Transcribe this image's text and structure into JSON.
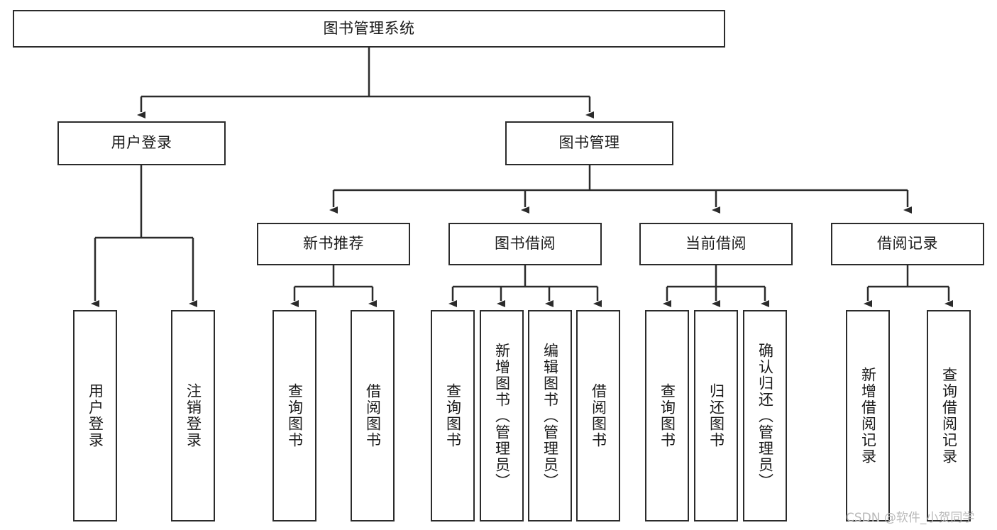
{
  "diagram": {
    "type": "hierarchy-tree",
    "title": "图书管理系统",
    "root": {
      "id": "root",
      "label": "图书管理系统",
      "orientation": "horizontal"
    },
    "level2": [
      {
        "id": "user-login",
        "label": "用户登录",
        "orientation": "horizontal"
      },
      {
        "id": "book-manage",
        "label": "图书管理",
        "orientation": "horizontal"
      }
    ],
    "level3": [
      {
        "id": "new-book-recommend",
        "label": "新书推荐",
        "parent": "book-manage",
        "orientation": "horizontal"
      },
      {
        "id": "book-borrow",
        "label": "图书借阅",
        "parent": "book-manage",
        "orientation": "horizontal"
      },
      {
        "id": "current-borrow",
        "label": "当前借阅",
        "parent": "book-manage",
        "orientation": "horizontal"
      },
      {
        "id": "borrow-record",
        "label": "借阅记录",
        "parent": "book-manage",
        "orientation": "horizontal"
      }
    ],
    "leaves": [
      {
        "id": "leaf-user-login",
        "label": "用户登录",
        "parent": "user-login",
        "orientation": "vertical"
      },
      {
        "id": "leaf-logout-login",
        "label": "注销登录",
        "parent": "user-login",
        "orientation": "vertical"
      },
      {
        "id": "leaf-query-book-1",
        "label": "查询图书",
        "parent": "new-book-recommend",
        "orientation": "vertical"
      },
      {
        "id": "leaf-borrow-book-1",
        "label": "借阅图书",
        "parent": "new-book-recommend",
        "orientation": "vertical"
      },
      {
        "id": "leaf-query-book-2",
        "label": "查询图书",
        "parent": "book-borrow",
        "orientation": "vertical"
      },
      {
        "id": "leaf-add-book",
        "label": "新增图书（管理员）",
        "parent": "book-borrow",
        "orientation": "vertical"
      },
      {
        "id": "leaf-edit-book",
        "label": "编辑图书（管理员）",
        "parent": "book-borrow",
        "orientation": "vertical"
      },
      {
        "id": "leaf-borrow-book-2",
        "label": "借阅图书",
        "parent": "book-borrow",
        "orientation": "vertical"
      },
      {
        "id": "leaf-query-book-3",
        "label": "查询图书",
        "parent": "current-borrow",
        "orientation": "vertical"
      },
      {
        "id": "leaf-return-book",
        "label": "归还图书",
        "parent": "current-borrow",
        "orientation": "vertical"
      },
      {
        "id": "leaf-confirm-return",
        "label": "确认归还（管理员）",
        "parent": "current-borrow",
        "orientation": "vertical"
      },
      {
        "id": "leaf-add-record",
        "label": "新增借阅记录",
        "parent": "borrow-record",
        "orientation": "vertical"
      },
      {
        "id": "leaf-query-record",
        "label": "查询借阅记录",
        "parent": "borrow-record",
        "orientation": "vertical"
      }
    ],
    "colors": {
      "box_border": "#2b2b2b",
      "box_fill": "#ffffff",
      "connector": "#2b2b2b",
      "text": "#1a1a1a",
      "watermark": "#b9b9b9",
      "background": "#ffffff"
    }
  },
  "watermark": {
    "text": "CSDN @软件_小贺同学"
  }
}
